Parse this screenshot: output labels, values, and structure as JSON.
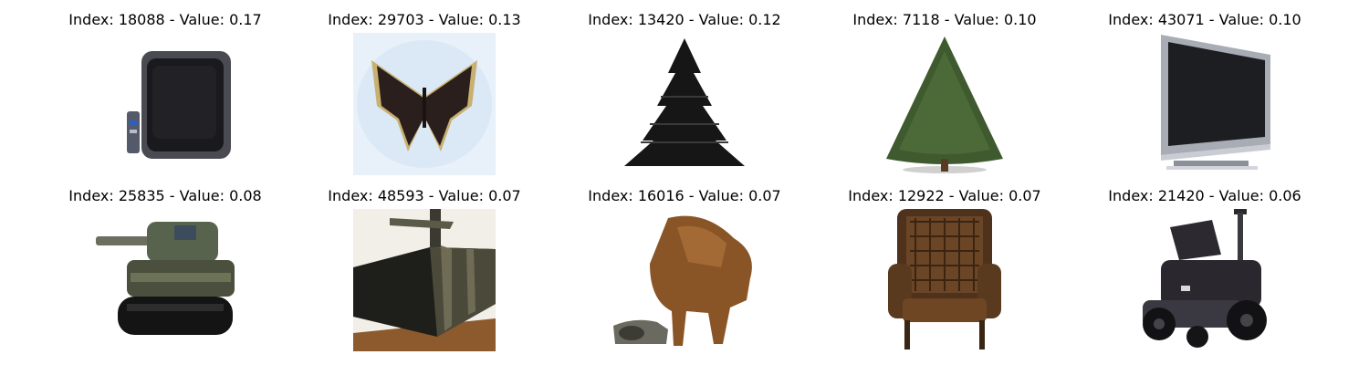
{
  "images": [
    {
      "title": "Index: 18088 - Value: 0.17",
      "depicts": "crt-television-with-remote"
    },
    {
      "title": "Index: 29703 - Value: 0.13",
      "depicts": "butterfly"
    },
    {
      "title": "Index: 13420 - Value: 0.12",
      "depicts": "dark-pine-tree"
    },
    {
      "title": "Index: 7118 - Value: 0.10",
      "depicts": "green-pine-tree"
    },
    {
      "title": "Index: 43071 - Value: 0.10",
      "depicts": "flat-screen-monitor"
    },
    {
      "title": "Index: 25835 - Value: 0.08",
      "depicts": "tank"
    },
    {
      "title": "Index: 48593 - Value: 0.07",
      "depicts": "tank-closeup"
    },
    {
      "title": "Index: 16016 - Value: 0.07",
      "depicts": "brown-animal"
    },
    {
      "title": "Index: 12922 - Value: 0.07",
      "depicts": "armchair"
    },
    {
      "title": "Index: 21420 - Value: 0.06",
      "depicts": "riding-mower"
    }
  ]
}
